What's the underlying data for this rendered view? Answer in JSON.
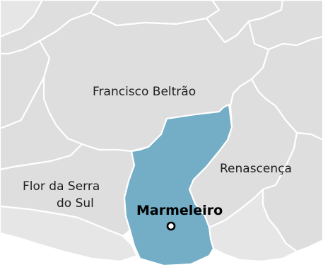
{
  "map": {
    "neighbors": {
      "francisco_beltrao": "Francisco Beltrão",
      "renascenca": "Renascença",
      "flor_da_serra_line1": "Flor da Serra",
      "flor_da_serra_line2": "do Sul"
    },
    "focus": {
      "name": "Marmeleiro",
      "color": "#74adc6",
      "marker": "city-seat-marker"
    },
    "colors": {
      "neighbor_fill": "#dedede",
      "border": "#ffffff",
      "background": "#ffffff"
    }
  }
}
